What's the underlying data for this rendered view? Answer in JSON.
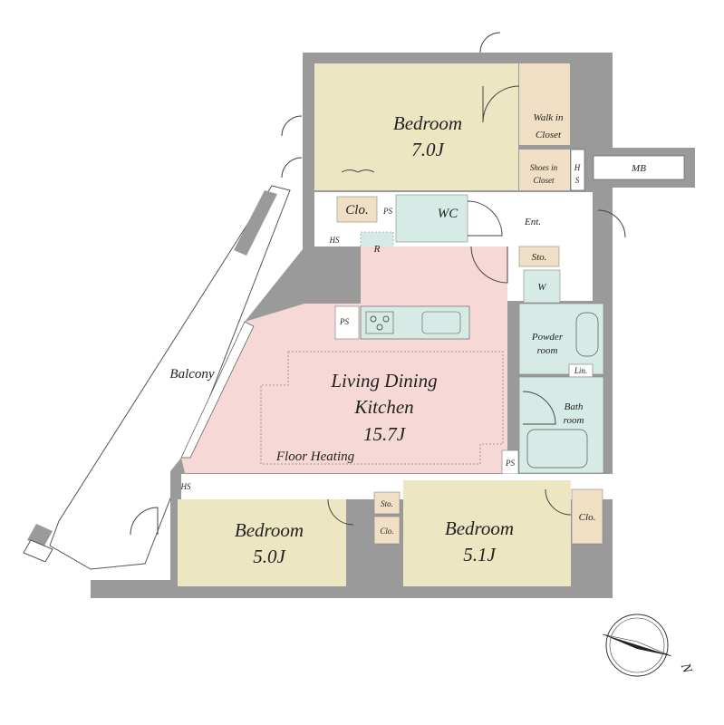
{
  "colors": {
    "wall": "#9a9a9a",
    "bedroom": "#ede6c2",
    "ldk": "#f6d9d6",
    "wet": "#d6ebe6",
    "closet": "#f0dfc4",
    "floor": "#ffffff"
  },
  "rooms": {
    "bedroom_main": {
      "name": "Bedroom",
      "size": "7.0J"
    },
    "bedroom_sw": {
      "name": "Bedroom",
      "size": "5.0J"
    },
    "bedroom_se": {
      "name": "Bedroom",
      "size": "5.1J"
    },
    "ldk": {
      "line1": "Living Dining",
      "line2": "Kitchen",
      "size": "15.7J",
      "note": "Floor Heating"
    },
    "walk_in_closet": {
      "line1": "Walk in",
      "line2": "Closet"
    },
    "shoes_closet": {
      "line1": "Shoes in",
      "line2": "Closet"
    },
    "powder_room": {
      "line1": "Powder",
      "line2": "room"
    },
    "bath_room": {
      "line1": "Bath",
      "line2": "room"
    },
    "wc": "WC",
    "balcony": "Balcony",
    "mb": "MB"
  },
  "small_labels": {
    "clo_top": "Clo.",
    "clo_mid": "Clo.",
    "clo_right": "Clo.",
    "sto_top": "Sto.",
    "sto_mid": "Sto.",
    "ent": "Ent.",
    "ps1": "PS",
    "ps2": "PS",
    "ps3": "PS",
    "hs_top": "HS",
    "hs_left": "HS",
    "hs_v1": "H",
    "hs_v2": "S",
    "r": "R",
    "w": "W",
    "lin": "Lin."
  },
  "compass": {
    "icon": "compass-icon",
    "direction": "N"
  }
}
